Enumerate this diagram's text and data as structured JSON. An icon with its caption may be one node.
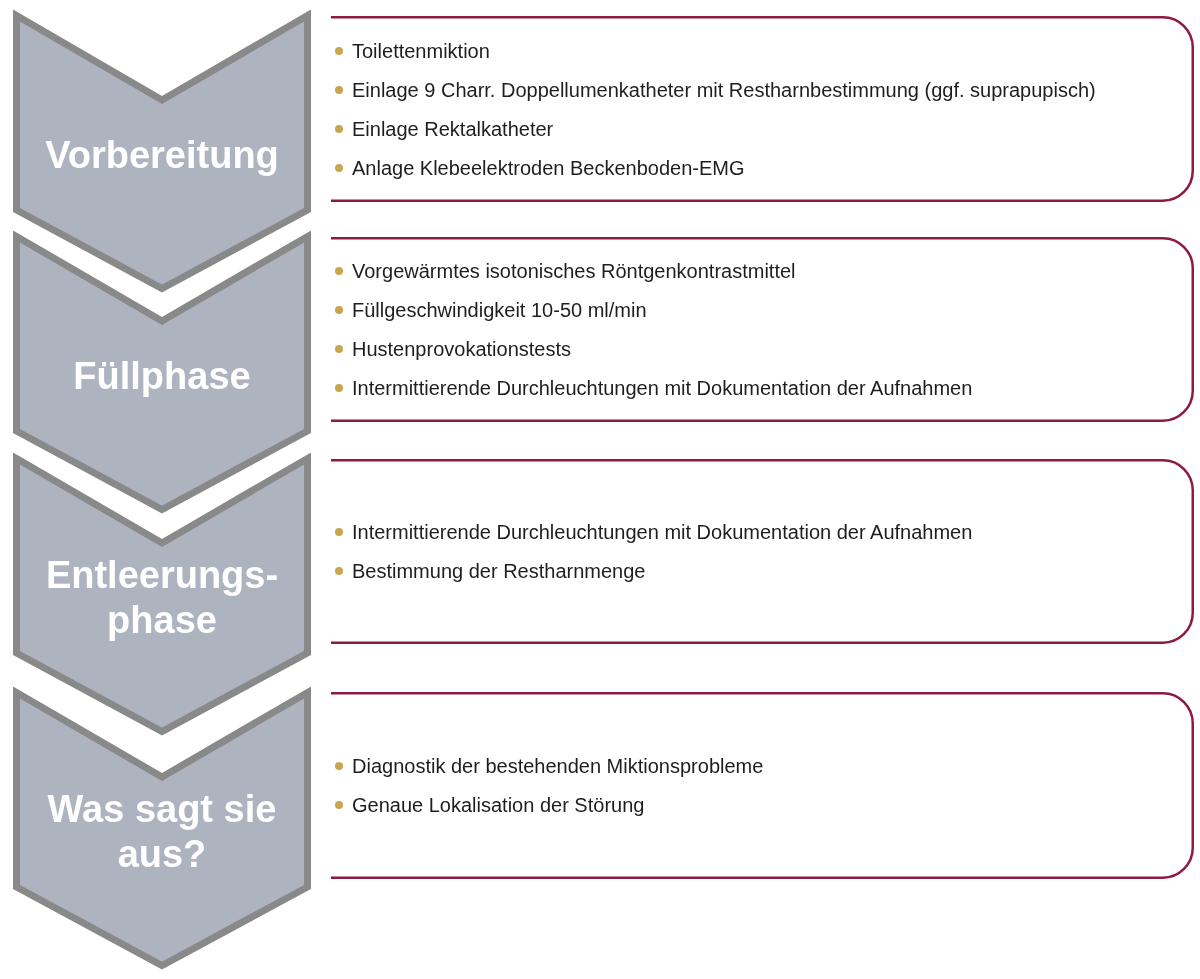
{
  "diagram": {
    "nodes": [
      {
        "text": [
          "Vorbereitung"
        ]
      },
      {
        "text": [
          "Toilettenmiktion",
          "Einlage 9 Charr. Doppellumenkatheter mit Restharnbestimmung (ggf. suprapupisch)",
          "Einlage Rektalkatheter",
          "Anlage Klebeelektroden Beckenboden-EMG"
        ]
      },
      {
        "text": [
          "Füllphase"
        ]
      },
      {
        "text": [
          "Vorgewärmtes isotonisches Röntgenkontrastmittel",
          "Füllgeschwindigkeit 10-50 ml/min",
          "Hustenprovokationstests",
          "Intermittierende Durchleuchtungen mit Dokumentation der Aufnahmen"
        ]
      },
      {
        "text": [
          "Entleerungs- phase"
        ]
      },
      {
        "text": [
          "Intermittierende Durchleuchtungen mit Dokumentation der Aufnahmen",
          "Bestimmung der Restharnmenge"
        ]
      },
      {
        "text": [
          "Was sagt sie aus?"
        ]
      },
      {
        "text": [
          "Diagnostik der bestehenden Miktionsprobleme",
          "Genaue Lokalisation der Störung"
        ]
      }
    ]
  }
}
